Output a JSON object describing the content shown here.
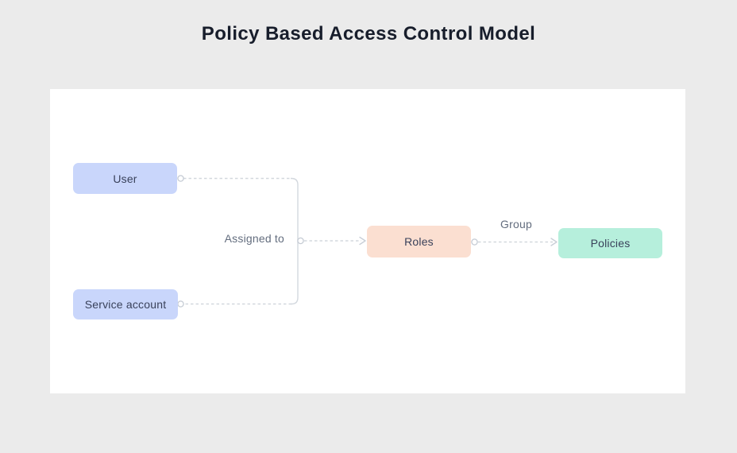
{
  "title": "Policy Based Access Control Model",
  "diagram": {
    "nodes": [
      {
        "id": "user",
        "label": "User",
        "fill": "#c9d6fb"
      },
      {
        "id": "service-account",
        "label": "Service account",
        "fill": "#c9d6fb"
      },
      {
        "id": "roles",
        "label": "Roles",
        "fill": "#fbdfd1"
      },
      {
        "id": "policies",
        "label": "Policies",
        "fill": "#b6efdc"
      }
    ],
    "edges": [
      {
        "from": "user",
        "to": "roles",
        "label": "Assigned to"
      },
      {
        "from": "service-account",
        "to": "roles",
        "label": "Assigned to"
      },
      {
        "from": "roles",
        "to": "policies",
        "label": "Group"
      }
    ],
    "edge_labels": {
      "assigned_to": "Assigned to",
      "group": "Group"
    }
  },
  "colors": {
    "page_background": "#ebebeb",
    "canvas_background": "#ffffff",
    "title_text": "#171d2b",
    "node_text": "#39415a",
    "edge_label_text": "#636d7e",
    "connector_line": "#d3d8de",
    "connector_port_stroke": "#c5cbd4"
  }
}
